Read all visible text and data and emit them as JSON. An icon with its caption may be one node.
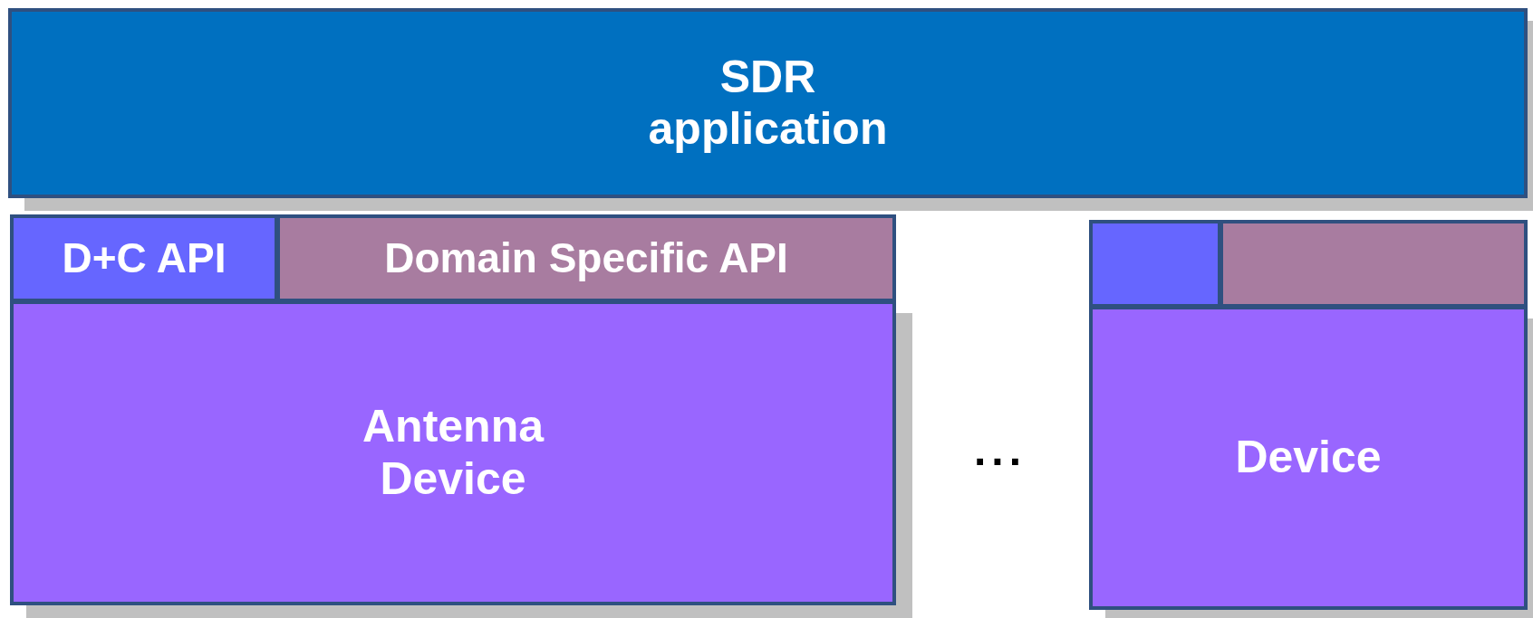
{
  "diagram": {
    "nodes": [
      {
        "text": [
          "SDR application"
        ]
      },
      {
        "text": [
          "D+C API"
        ]
      },
      {
        "text": [
          "Domain Specific API"
        ]
      },
      {
        "text": [
          "Antenna Device"
        ]
      },
      {
        "text": [],
        "shape": "box"
      },
      {
        "text": [],
        "shape": "box"
      },
      {
        "text": [
          "Device"
        ]
      }
    ],
    "labels": [
      "..."
    ]
  }
}
